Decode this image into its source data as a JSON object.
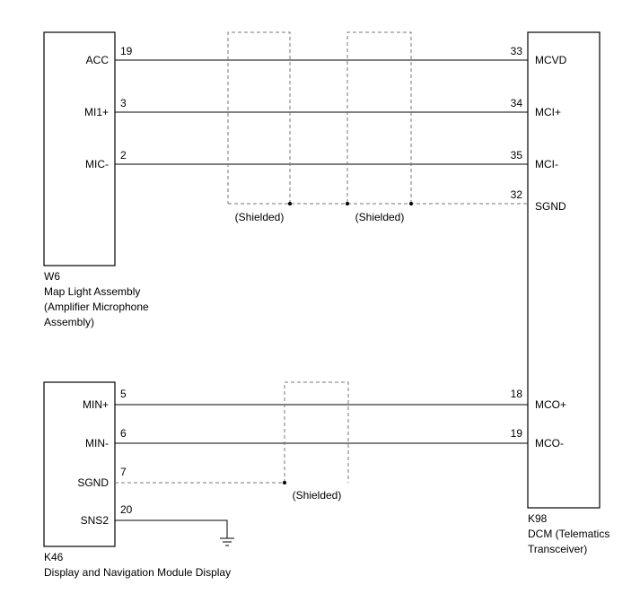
{
  "w6": {
    "id": "W6",
    "name_line1": "Map Light Assembly",
    "name_line2": "(Amplifier Microphone",
    "name_line3": "Assembly)",
    "pins": [
      {
        "label": "ACC",
        "num": "19"
      },
      {
        "label": "MI1+",
        "num": "3"
      },
      {
        "label": "MIC-",
        "num": "2"
      }
    ]
  },
  "k46": {
    "id": "K46",
    "name_line1": "Display and Navigation Module Display",
    "pins": [
      {
        "label": "MIN+",
        "num": "5"
      },
      {
        "label": "MIN-",
        "num": "6"
      },
      {
        "label": "SGND",
        "num": "7"
      },
      {
        "label": "SNS2",
        "num": "20"
      }
    ]
  },
  "k98": {
    "id": "K98",
    "name_line1": "DCM (Telematics",
    "name_line2": "Transceiver)",
    "pins": [
      {
        "label": "MCVD",
        "num": "33"
      },
      {
        "label": "MCI+",
        "num": "34"
      },
      {
        "label": "MCI-",
        "num": "35"
      },
      {
        "label": "SGND",
        "num": "32"
      },
      {
        "label": "MCO+",
        "num": "18"
      },
      {
        "label": "MCO-",
        "num": "19"
      }
    ]
  },
  "shields": [
    "(Shielded)",
    "(Shielded)",
    "(Shielded)"
  ]
}
